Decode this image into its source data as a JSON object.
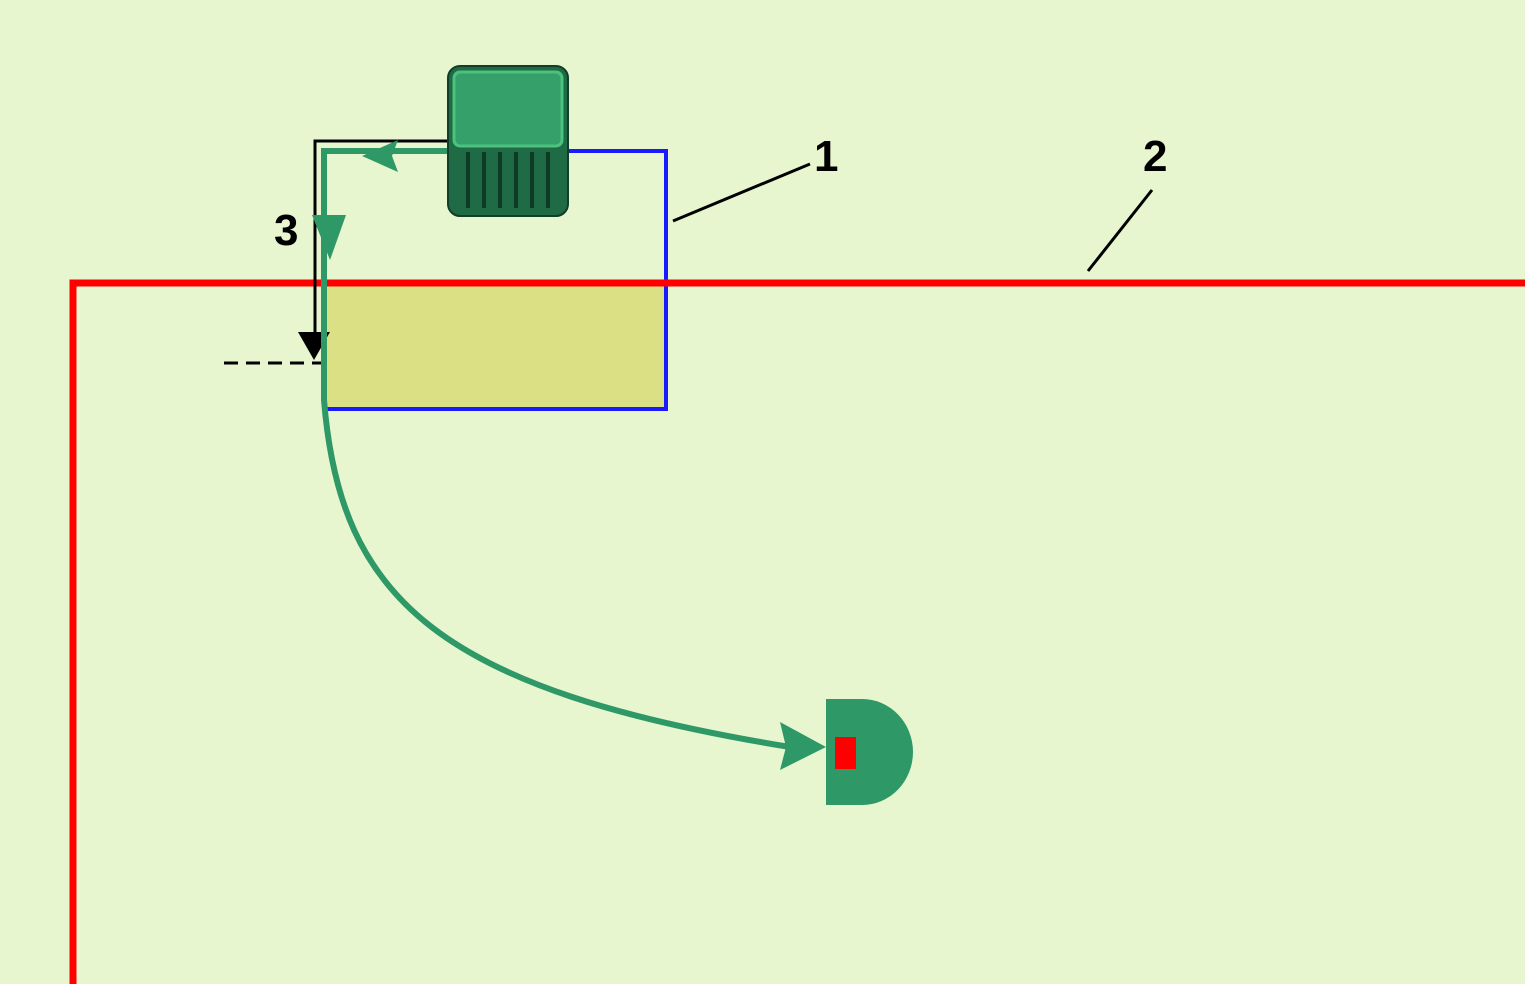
{
  "colors": {
    "lawn": "#e8f6d0",
    "boundary_wire": "#ff0000",
    "zone_outline": "#1a1aff",
    "overlap_fill": "#dbe085",
    "route_green": "#2e9966",
    "station_dark": "#1e6b45",
    "station_body": "#35a06a",
    "mower_indicator": "#ff0000",
    "measure_line": "#000000"
  },
  "icons": {
    "charging_station": "charging-station-icon",
    "robot_mower": "robotic-mower-icon"
  },
  "callouts": [
    {
      "id": "1",
      "label": "1"
    },
    {
      "id": "2",
      "label": "2"
    },
    {
      "id": "3",
      "label": "3"
    }
  ]
}
